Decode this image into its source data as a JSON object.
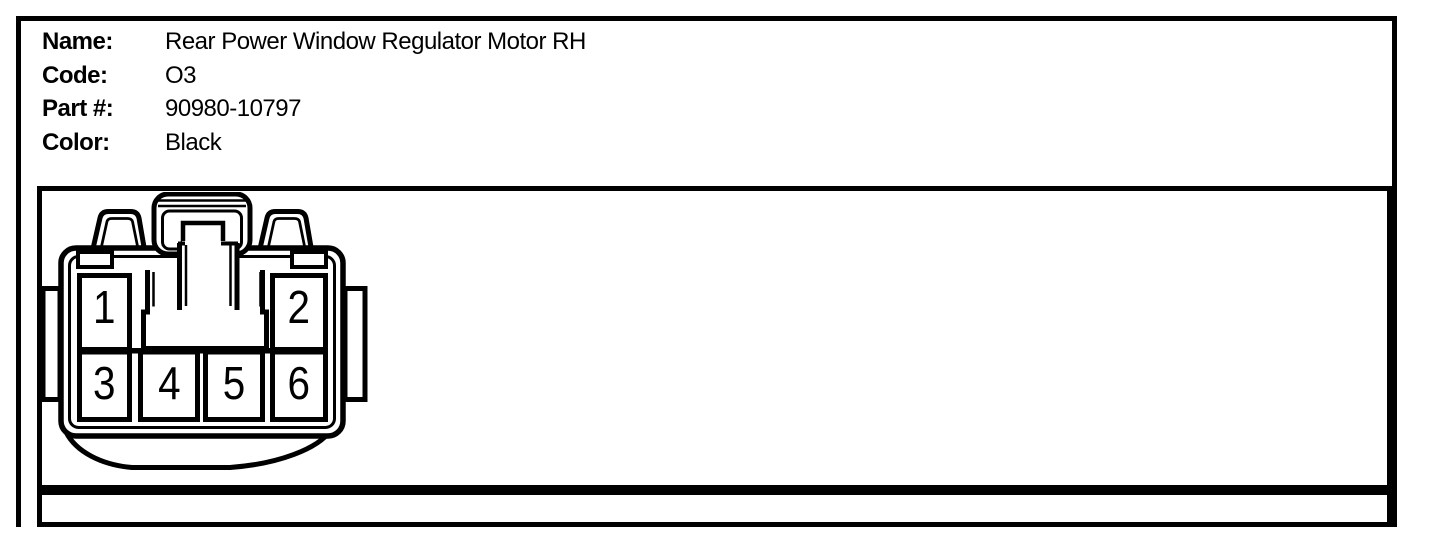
{
  "page": {
    "background_color": "#ffffff",
    "line_color": "#000000"
  },
  "header": {
    "fields": [
      {
        "label": "Name:",
        "value": "Rear Power Window Regulator Motor RH"
      },
      {
        "label": "Code:",
        "value": "O3"
      },
      {
        "label": "Part #:",
        "value": "90980-10797"
      },
      {
        "label": "Color:",
        "value": "Black"
      }
    ]
  },
  "connector": {
    "description": "6-pin connector, front view, black outline line drawing",
    "pins": [
      "1",
      "2",
      "3",
      "4",
      "5",
      "6"
    ],
    "pin_rows": [
      [
        "1",
        "2"
      ],
      [
        "3",
        "4",
        "5",
        "6"
      ]
    ],
    "outline_color": "#000000",
    "fill_color": "#ffffff"
  }
}
